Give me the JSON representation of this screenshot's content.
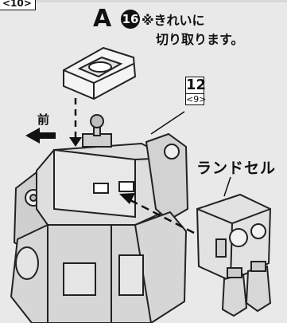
{
  "step_prev": "<10>",
  "part": {
    "letter": "A",
    "number": "16"
  },
  "note": {
    "line1": "※きれいに",
    "line2": "切り取ります。"
  },
  "step": {
    "number": "12",
    "sub": "<9>"
  },
  "labels": {
    "front": "前",
    "backpack": "ランドセル"
  }
}
